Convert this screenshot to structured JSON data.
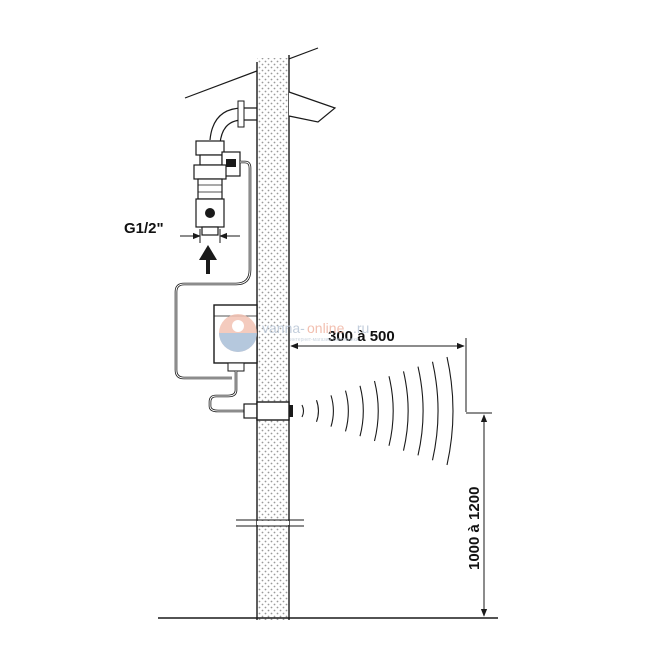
{
  "labels": {
    "pipe_thread": "G1/2\"",
    "sensor_distance": "300 à 500",
    "sensor_height": "1000 à 1200"
  },
  "watermark": {
    "site_main": "vanna-",
    "site_accent": "online",
    "site_tld": ".ru",
    "tagline": "интернет-магазин сантехники"
  },
  "colors": {
    "line": "#1a1a1a",
    "wall_hatch": "#9a9a9a",
    "watermark_blue": "#b9c6d6",
    "watermark_orange": "#f0b5a3"
  },
  "icons": {
    "flow_direction": "arrow-up-icon",
    "watermark_logo": "watermark-logo-icon"
  }
}
